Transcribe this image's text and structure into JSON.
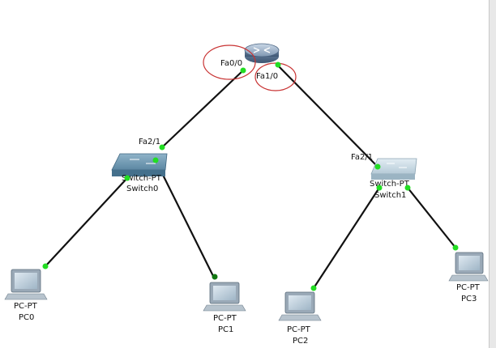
{
  "router": {
    "ports": {
      "left": "Fa0/0",
      "right": "Fa1/0"
    }
  },
  "switches": [
    {
      "type": "Switch-PT",
      "name": "Switch0",
      "uplink": "Fa2/1"
    },
    {
      "type": "Switch-PT",
      "name": "Switch1",
      "uplink": "Fa2/1"
    }
  ],
  "pcs": [
    {
      "type": "PC-PT",
      "name": "PC0"
    },
    {
      "type": "PC-PT",
      "name": "PC1"
    },
    {
      "type": "PC-PT",
      "name": "PC2"
    },
    {
      "type": "PC-PT",
      "name": "PC3"
    }
  ],
  "colors": {
    "link": "#111111",
    "port_dot": "#22dd22",
    "highlight": "#c83232"
  }
}
